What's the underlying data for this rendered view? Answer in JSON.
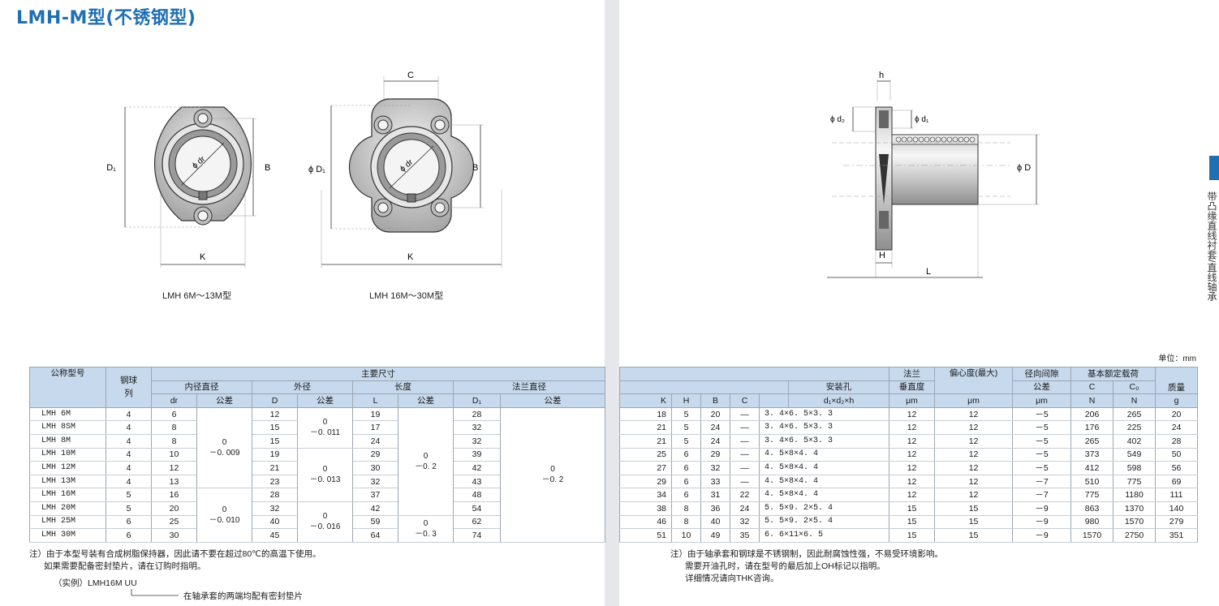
{
  "page": {
    "title": "LMH-M型(不锈钢型)",
    "side_tab_text": "带凸缘直线衬套/直线轴承",
    "unit": "单位：mm"
  },
  "diagrams": {
    "small": {
      "caption": "LMH 6M～13M型",
      "label_d1": "ϕ D₁",
      "label_b": "B",
      "label_k": "K",
      "label_dr": "ϕ dr"
    },
    "large": {
      "caption": "LMH 16M～30M型",
      "label_c": "C",
      "label_d1": "ϕ D₁",
      "label_b": "B",
      "label_k": "K",
      "label_dr": "ϕ dr"
    },
    "side": {
      "label_h_small": "h",
      "label_d2": "ϕ d₂",
      "label_d1": "ϕ d₁",
      "label_d": "ϕ D",
      "label_h": "H",
      "label_l": "L"
    }
  },
  "left_table": {
    "header": {
      "model": "公称型号",
      "balls_top": "钢球",
      "balls_bottom": "列",
      "main_dims": "主要尺寸",
      "inner_dia": "内径直径",
      "outer_dia": "外径",
      "length": "长度",
      "flange_dia": "法兰直径",
      "dr": "dr",
      "tol": "公差",
      "d": "D",
      "l": "L",
      "d1": "D₁"
    },
    "rows": [
      {
        "model": "LMH 6M",
        "balls": "4",
        "dr": "6",
        "d": "12",
        "l": "19",
        "d1": "28"
      },
      {
        "model": "LMH 8SM",
        "balls": "4",
        "dr": "8",
        "d": "15",
        "l": "17",
        "d1": "32"
      },
      {
        "model": "LMH 8M",
        "balls": "4",
        "dr": "8",
        "d": "15",
        "l": "24",
        "d1": "32"
      },
      {
        "model": "LMH 10M",
        "balls": "4",
        "dr": "10",
        "d": "19",
        "l": "29",
        "d1": "39"
      },
      {
        "model": "LMH 12M",
        "balls": "4",
        "dr": "12",
        "d": "21",
        "l": "30",
        "d1": "42"
      },
      {
        "model": "LMH 13M",
        "balls": "4",
        "dr": "13",
        "d": "23",
        "l": "32",
        "d1": "43"
      },
      {
        "model": "LMH 16M",
        "balls": "5",
        "dr": "16",
        "d": "28",
        "l": "37",
        "d1": "48"
      },
      {
        "model": "LMH 20M",
        "balls": "5",
        "dr": "20",
        "d": "32",
        "l": "42",
        "d1": "54"
      },
      {
        "model": "LMH 25M",
        "balls": "6",
        "dr": "25",
        "d": "40",
        "l": "59",
        "d1": "62"
      },
      {
        "model": "LMH 30M",
        "balls": "6",
        "dr": "30",
        "d": "45",
        "l": "64",
        "d1": "74"
      }
    ],
    "tolerances": {
      "dr_a_upper": "0",
      "dr_a_lower": "－0. 009",
      "dr_b_upper": "0",
      "dr_b_lower": "－0. 010",
      "d_a_upper": "0",
      "d_a_lower": "－0. 011",
      "d_b_upper": "0",
      "d_b_lower": "－0. 013",
      "d_c_upper": "0",
      "d_c_lower": "－0. 016",
      "l_a_upper": "0",
      "l_a_lower": "－0. 2",
      "l_b_upper": "0",
      "l_b_lower": "－0. 3",
      "d1_upper": "0",
      "d1_lower": "－0. 2"
    }
  },
  "right_table": {
    "header": {
      "k": "K",
      "h_big": "H",
      "b": "B",
      "c": "C",
      "mount": "安装孔",
      "mount_sub": "d₁×d₂×h",
      "flange_top": "法兰",
      "flange_mid": "垂直度",
      "unit_um": "μm",
      "ecc": "偏心度(最大)",
      "clear_top": "径向间隙",
      "clear_mid": "公差",
      "load": "基本额定载荷",
      "load_c": "C",
      "load_c0": "C₀",
      "load_unit": "N",
      "mass": "质量",
      "mass_unit": "g"
    },
    "rows": [
      {
        "k": "18",
        "h": "5",
        "b": "20",
        "c": "—",
        "mount": "3. 4×6. 5×3. 3",
        "perp": "12",
        "ecc": "12",
        "clear": "－5",
        "c_load": "206",
        "c0_load": "265",
        "mass": "20"
      },
      {
        "k": "21",
        "h": "5",
        "b": "24",
        "c": "—",
        "mount": "3. 4×6. 5×3. 3",
        "perp": "12",
        "ecc": "12",
        "clear": "－5",
        "c_load": "176",
        "c0_load": "225",
        "mass": "24"
      },
      {
        "k": "21",
        "h": "5",
        "b": "24",
        "c": "—",
        "mount": "3. 4×6. 5×3. 3",
        "perp": "12",
        "ecc": "12",
        "clear": "－5",
        "c_load": "265",
        "c0_load": "402",
        "mass": "28"
      },
      {
        "k": "25",
        "h": "6",
        "b": "29",
        "c": "—",
        "mount": " 4. 5×8×4. 4",
        "perp": "12",
        "ecc": "12",
        "clear": "－5",
        "c_load": "373",
        "c0_load": "549",
        "mass": "50"
      },
      {
        "k": "27",
        "h": "6",
        "b": "32",
        "c": "—",
        "mount": " 4. 5×8×4. 4",
        "perp": "12",
        "ecc": "12",
        "clear": "－5",
        "c_load": "412",
        "c0_load": "598",
        "mass": "56"
      },
      {
        "k": "29",
        "h": "6",
        "b": "33",
        "c": "—",
        "mount": " 4. 5×8×4. 4",
        "perp": "12",
        "ecc": "12",
        "clear": "－7",
        "c_load": "510",
        "c0_load": "775",
        "mass": "69"
      },
      {
        "k": "34",
        "h": "6",
        "b": "31",
        "c": "22",
        "mount": " 4. 5×8×4. 4",
        "perp": "12",
        "ecc": "12",
        "clear": "－7",
        "c_load": "775",
        "c0_load": "1180",
        "mass": "111"
      },
      {
        "k": "38",
        "h": "8",
        "b": "36",
        "c": "24",
        "mount": "5. 5×9. 2×5. 4",
        "perp": "15",
        "ecc": "15",
        "clear": "－9",
        "c_load": "863",
        "c0_load": "1370",
        "mass": "140"
      },
      {
        "k": "46",
        "h": "8",
        "b": "40",
        "c": "32",
        "mount": "5. 5×9. 2×5. 4",
        "perp": "15",
        "ecc": "15",
        "clear": "－9",
        "c_load": "980",
        "c0_load": "1570",
        "mass": "279"
      },
      {
        "k": "51",
        "h": "10",
        "b": "49",
        "c": "35",
        "mount": "6. 6×11×6. 5",
        "perp": "15",
        "ecc": "15",
        "clear": "－9",
        "c_load": "1570",
        "c0_load": "2750",
        "mass": "351"
      }
    ]
  },
  "notes": {
    "left_1": "注）由于本型号装有合成树脂保持器，因此请不要在超过80℃的高温下使用。",
    "left_2": "如果需要配备密封垫片，请在订购时指明。",
    "example": "（实例）LMH16M UU",
    "example_desc": "在轴承套的两端均配有密封垫片",
    "right_1": "注）由于轴承套和钢球是不锈钢制，因此耐腐蚀性强，不易受环境影响。",
    "right_2": "需要开油孔时，请在型号的最后加上OH标记以指明。",
    "right_3": "详细情况请向THK咨询。"
  }
}
